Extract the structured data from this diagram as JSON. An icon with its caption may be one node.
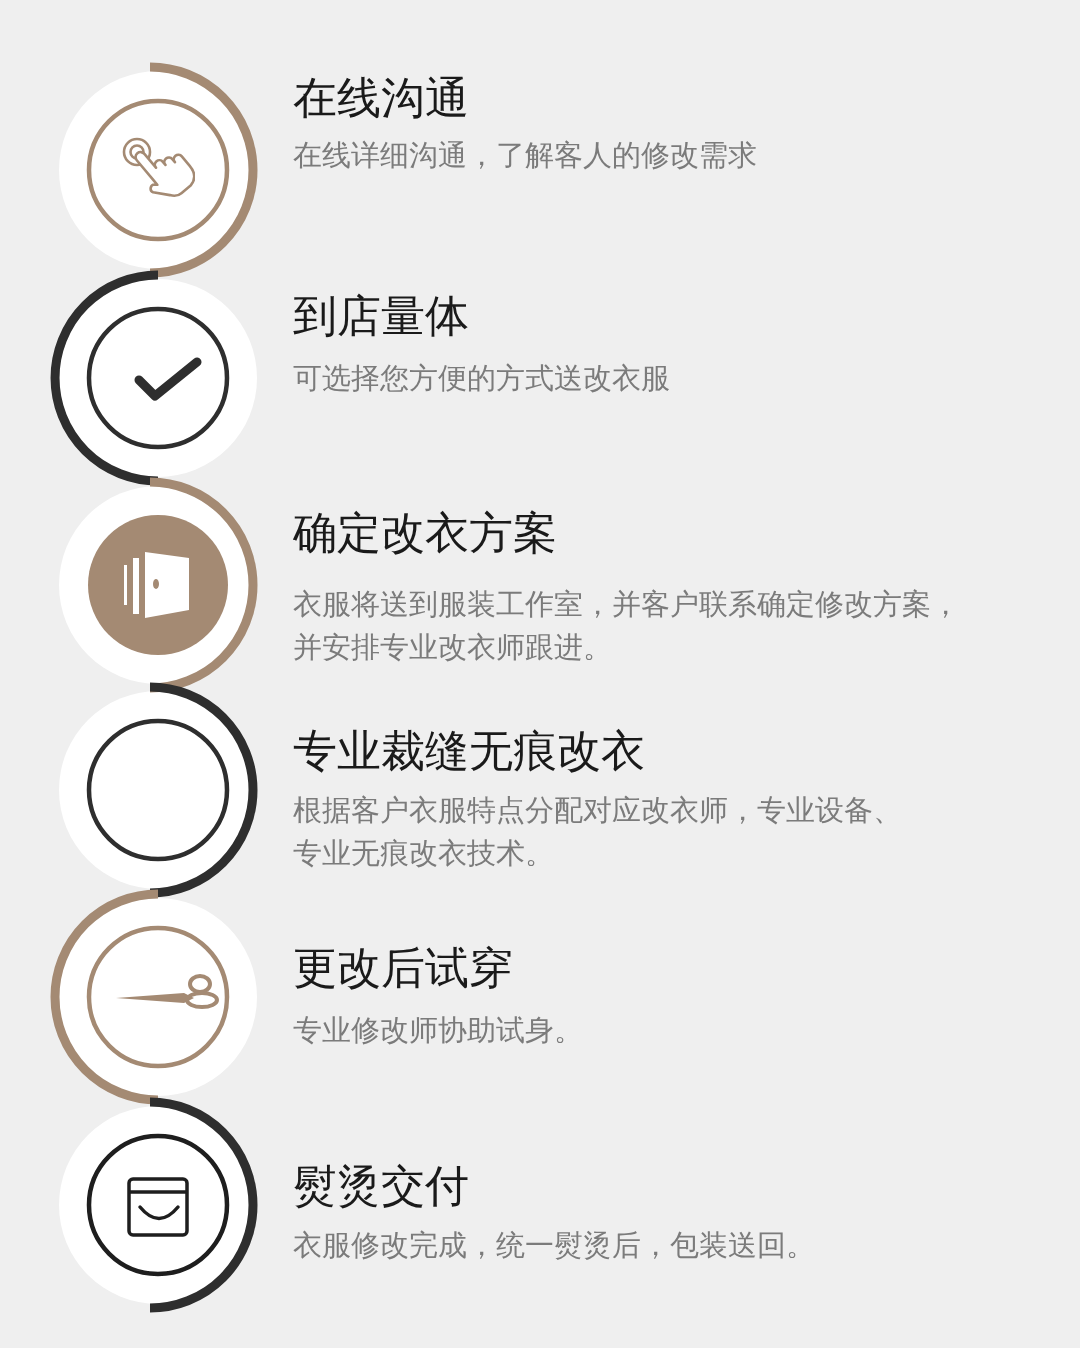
{
  "diagram": {
    "nodes": [
      {
        "text": [],
        "shape": "circle",
        "beside": [
          "在线沟通",
          "在线详细沟通，了解客人的修改需求"
        ]
      },
      {
        "text": [],
        "shape": "circle",
        "beside": [
          "到店量体",
          "可选择您方便的方式送改衣服"
        ]
      },
      {
        "text": [],
        "shape": "circle",
        "beside": [
          "确定改衣方案",
          "衣服将送到服装工作室，并客户联系确定修改方案，并安排专业改衣师跟进。"
        ]
      },
      {
        "text": [],
        "shape": "circle",
        "beside": [
          "专业裁缝无痕改衣",
          "根据客户衣服特点分配对应改衣师，专业设备、专业无痕改衣技术。"
        ]
      },
      {
        "text": [],
        "shape": "circle",
        "beside": [
          "更改后试穿",
          "专业修改师协助试身。"
        ]
      },
      {
        "text": [],
        "shape": "circle",
        "beside": [
          "熨烫交付",
          "衣服修改完成，统一熨烫后，包装送回。"
        ]
      }
    ]
  }
}
